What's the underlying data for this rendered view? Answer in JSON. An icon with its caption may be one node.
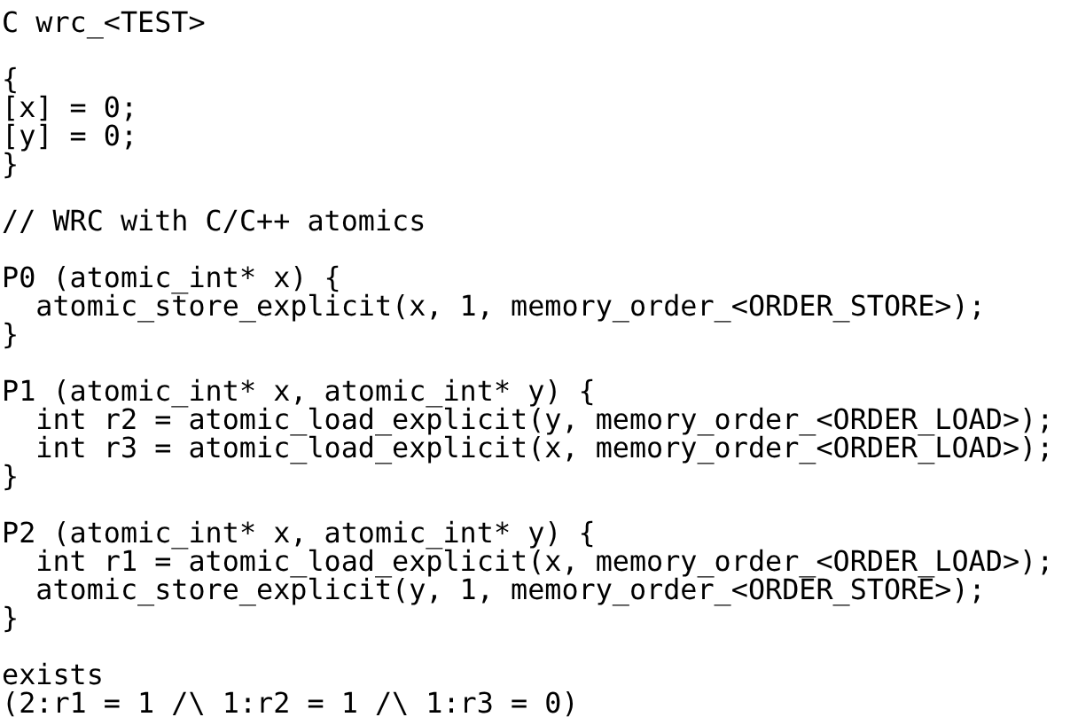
{
  "diagram": {
    "labels": [
      "C wrc_<TEST>",
      "{",
      "[x] = 0;",
      "[y] = 0;",
      "}",
      "// WRC with C/C++ atomics",
      "P0 (atomic_int* x) {",
      "atomic_store_explicit(x, 1, memory_order_<ORDER_STORE>);",
      "}",
      "P1 (atomic_int* x, atomic_int* y) {",
      "int r2 = atomic_load_explicit(y, memory_order_<ORDER_LOAD>);",
      "int r3 = atomic_load_explicit(x, memory_order_<ORDER_LOAD>);",
      "}",
      "P2 (atomic_int* x, atomic_int* y) {",
      "int r1 = atomic_load_explicit(x, memory_order_<ORDER_LOAD>);",
      "atomic_store_explicit(y, 1, memory_order_<ORDER_STORE>);",
      "}",
      "exists",
      "(2:r1 = 1 /\\ 1:r2 = 1 /\\ 1:r3 = 0)"
    ]
  }
}
